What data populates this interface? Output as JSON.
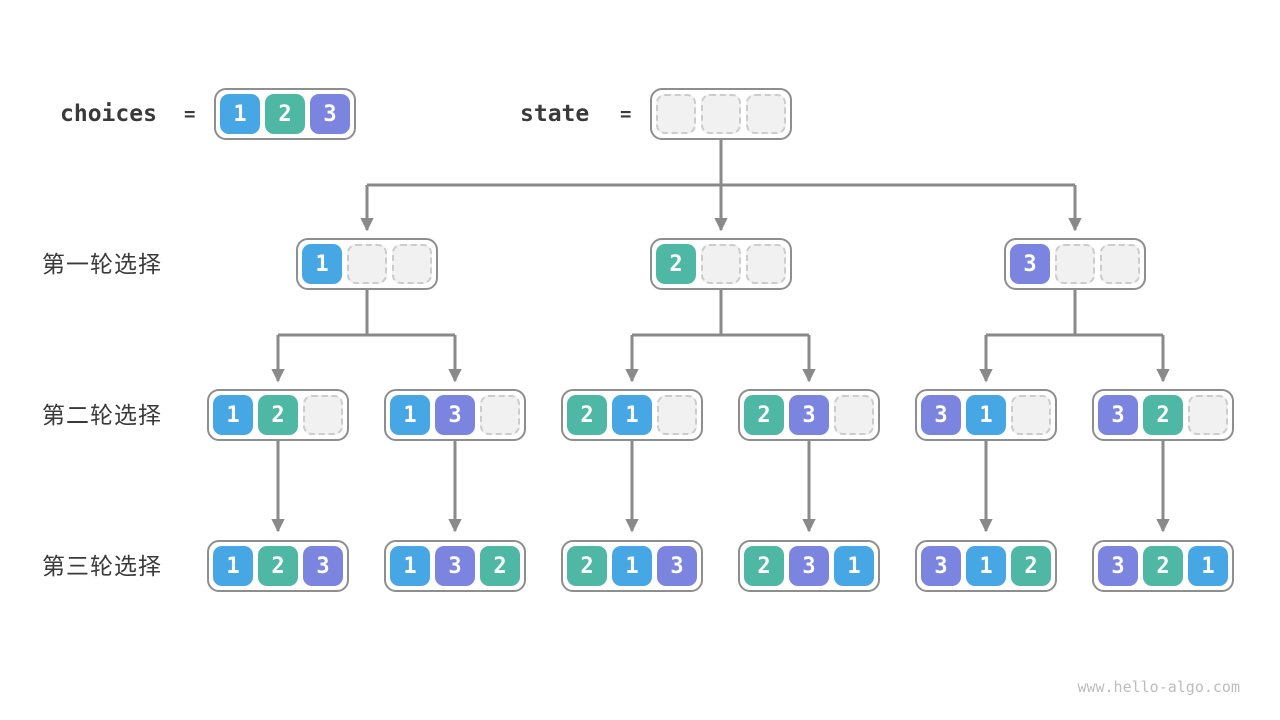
{
  "colors": {
    "value_1": "#47a6e4",
    "value_2": "#4fb8a5",
    "value_3": "#7b85e0",
    "cell_text": "#ffffff",
    "arrow": "#8a8a8a",
    "box_border": "#8e8e8e",
    "empty_cell_fill": "#f1f1f2",
    "empty_cell_border": "#cccccc",
    "label_text": "#3a3a3a",
    "watermark_text": "#bdbdbd"
  },
  "expressions": {
    "choices_label": "choices",
    "state_label": "state",
    "equals": "="
  },
  "choices": [
    "1",
    "2",
    "3"
  ],
  "state": [
    "",
    "",
    ""
  ],
  "rounds": [
    {
      "label": "第一轮选择",
      "states": [
        [
          "1",
          "",
          ""
        ],
        [
          "2",
          "",
          ""
        ],
        [
          "3",
          "",
          ""
        ]
      ]
    },
    {
      "label": "第二轮选择",
      "states": [
        [
          "1",
          "2",
          ""
        ],
        [
          "1",
          "3",
          ""
        ],
        [
          "2",
          "1",
          ""
        ],
        [
          "2",
          "3",
          ""
        ],
        [
          "3",
          "1",
          ""
        ],
        [
          "3",
          "2",
          ""
        ]
      ]
    },
    {
      "label": "第三轮选择",
      "states": [
        [
          "1",
          "2",
          "3"
        ],
        [
          "1",
          "3",
          "2"
        ],
        [
          "2",
          "1",
          "3"
        ],
        [
          "2",
          "3",
          "1"
        ],
        [
          "3",
          "1",
          "2"
        ],
        [
          "3",
          "2",
          "1"
        ]
      ]
    }
  ],
  "watermark": "www.hello-algo.com"
}
